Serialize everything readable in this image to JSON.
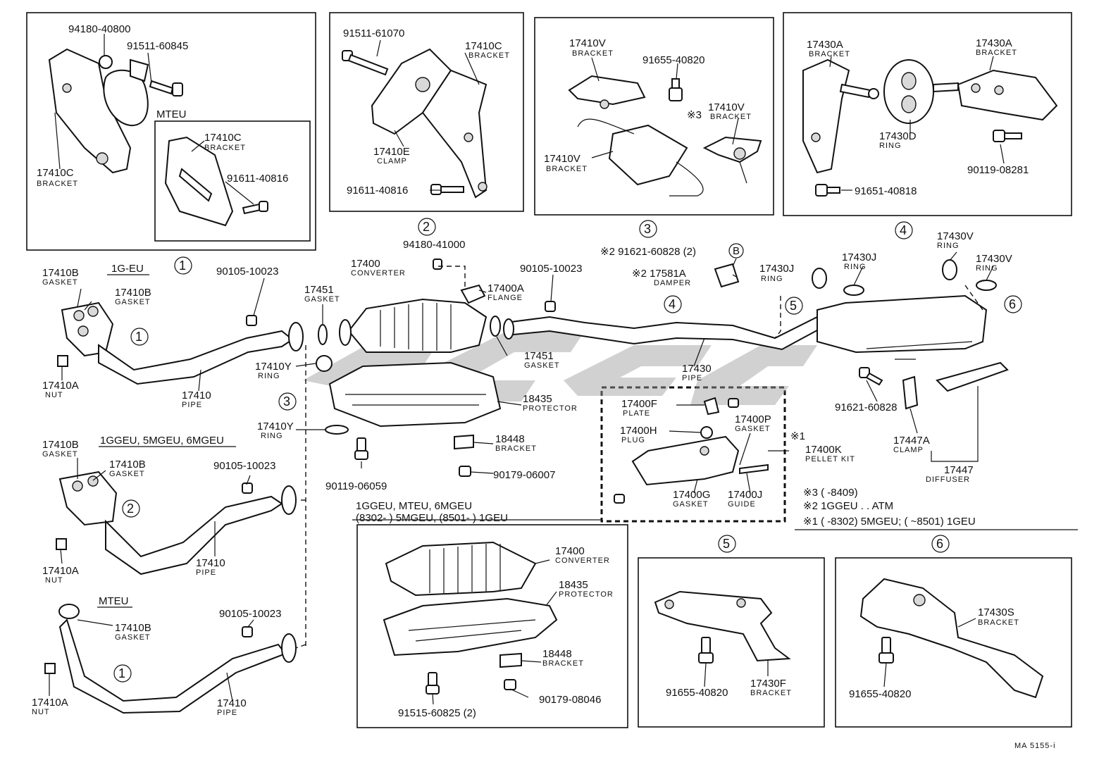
{
  "labels": {
    "l_94180_40800": "94180-40800",
    "l_91511_60845": "91511-60845",
    "l_mteu_top": "MTEU",
    "l_17410c_a": "17410C",
    "l_17410c_a_n": "BRACKET",
    "l_91611_40816_a": "91611-40816",
    "l_17410c_b": "17410C",
    "l_17410c_b_n": "BRACKET",
    "l_91511_61070": "91511-61070",
    "l_17410c_c": "17410C",
    "l_17410c_c_n": "BRACKET",
    "l_17410e": "17410E",
    "l_17410e_n": "CLAMP",
    "l_91611_40816_b": "91611-40816",
    "l_17410v_a": "17410V",
    "l_17410v_a_n": "BRACKET",
    "l_91655_40820_a": "91655-40820",
    "l_17410v_b": "17410V",
    "l_17410v_b_n": "BRACKET",
    "l_note3_mark": "※3",
    "l_17410v_c": "17410V",
    "l_17410v_c_n": "BRACKET",
    "l_17430a_a": "17430A",
    "l_17430a_a_n": "BRACKET",
    "l_17430a_b": "17430A",
    "l_17430a_b_n": "BRACKET",
    "l_17430d": "17430D",
    "l_17430d_n": "RING",
    "l_90119_08281": "90119-08281",
    "l_91651_40818": "91651-40818",
    "l_94180_41000": "94180-41000",
    "l_17400_a": "17400",
    "l_17400_a_n": "CONVERTER",
    "l_17400a": "17400A",
    "l_17400a_n": "FLANGE",
    "l_90105_10023_a": "90105-10023",
    "l_90105_10023_b": "90105-10023",
    "l_91621_60828_2": "※2 91621-60828 (2)",
    "l_b": "B",
    "l_17581a": "※2 17581A",
    "l_17581a_n": "DAMPER",
    "l_17430j_a": "17430J",
    "l_17430j_a_n": "RING",
    "l_17430j_b": "17430J",
    "l_17430j_b_n": "RING",
    "l_17430v_a": "17430V",
    "l_17430v_a_n": "RING",
    "l_17430v_b": "17430V",
    "l_17430v_b_n": "RING",
    "l_17410b_a": "17410B",
    "l_17410b_a_n": "GASKET",
    "l_17410b_b": "17410B",
    "l_17410b_b_n": "GASKET",
    "l_1geu": "1G-EU",
    "l_17451_a": "17451",
    "l_17451_a_n": "GASKET",
    "l_17410y_a": "17410Y",
    "l_17410y_a_n": "RING",
    "l_17410a_a": "17410A",
    "l_17410a_a_n": "NUT",
    "l_17410_a": "17410",
    "l_17410_a_n": "PIPE",
    "l_17451_b": "17451",
    "l_17451_b_n": "GASKET",
    "l_17430": "17430",
    "l_17430_n": "PIPE",
    "l_18435_a": "18435",
    "l_18435_a_n": "PROTECTOR",
    "l_17400f": "17400F",
    "l_17400f_n": "PLATE",
    "l_17400h": "17400H",
    "l_17400h_n": "PLUG",
    "l_17400p": "17400P",
    "l_17400p_n": "GASKET",
    "l_note1_mark": "※1",
    "l_17400k": "17400K",
    "l_17400k_n": "PELLET KIT",
    "l_17400g": "17400G",
    "l_17400g_n": "GASKET",
    "l_17400j": "17400J",
    "l_17400j_n": "GUIDE",
    "l_91621_60828": "91621-60828",
    "l_17447a": "17447A",
    "l_17447a_n": "CLAMP",
    "l_17447": "17447",
    "l_17447_n": "DIFFUSER",
    "l_17410y_b": "17410Y",
    "l_17410y_b_n": "RING",
    "l_18448_a": "18448",
    "l_18448_a_n": "BRACKET",
    "l_90179_06007": "90179-06007",
    "l_90119_06059": "90119-06059",
    "l_17410b_c": "17410B",
    "l_17410b_c_n": "GASKET",
    "l_17410b_d": "17410B",
    "l_17410b_d_n": "GASKET",
    "l_1ggeu": "1GGEU, 5MGEU, 6MGEU",
    "l_90105_10023_c": "90105-10023",
    "l_17410a_b": "17410A",
    "l_17410a_b_n": "NUT",
    "l_17410_b": "17410",
    "l_17410_b_n": "PIPE",
    "l_mteu_bot": "MTEU",
    "l_17410b_e": "17410B",
    "l_17410b_e_n": "GASKET",
    "l_90105_10023_d": "90105-10023",
    "l_17410a_c": "17410A",
    "l_17410a_c_n": "NUT",
    "l_17410_c": "17410",
    "l_17410_c_n": "PIPE",
    "l_subhead1": "1GGEU, MTEU, 6MGEU",
    "l_subhead2": "(8302-        ) 5MGEU, (8501-        ) 1GEU",
    "l_17400_b": "17400",
    "l_17400_b_n": "CONVERTER",
    "l_18435_b": "18435",
    "l_18435_b_n": "PROTECTOR",
    "l_18448_b": "18448",
    "l_18448_b_n": "BRACKET",
    "l_90179_08046": "90179-08046",
    "l_91515_60825": "91515-60825 (2)",
    "l_note3": "※3  (        -8409)",
    "l_note2": "※2  1GGEU . . ATM",
    "l_note1": "※1  (        -8302) 5MGEU; (        ~8501) 1GEU",
    "l_91655_40820_b": "91655-40820",
    "l_17430f": "17430F",
    "l_17430f_n": "BRACKET",
    "l_91655_40820_c": "91655-40820",
    "l_17430s": "17430S",
    "l_17430s_n": "BRACKET",
    "l_ma5155": "MA 5155-i"
  },
  "circled": {
    "c1_top": "1",
    "c2_top": "2",
    "c3_top": "3",
    "c4_top": "4",
    "c1_pipe": "1",
    "c1_pipe2": "1",
    "c2_pipe": "2",
    "c1_pipe3": "1",
    "c3_mid": "3",
    "c4_mid": "4",
    "c5_mid": "5",
    "c6_mid": "6",
    "c5_bot": "5",
    "c6_bot": "6"
  }
}
